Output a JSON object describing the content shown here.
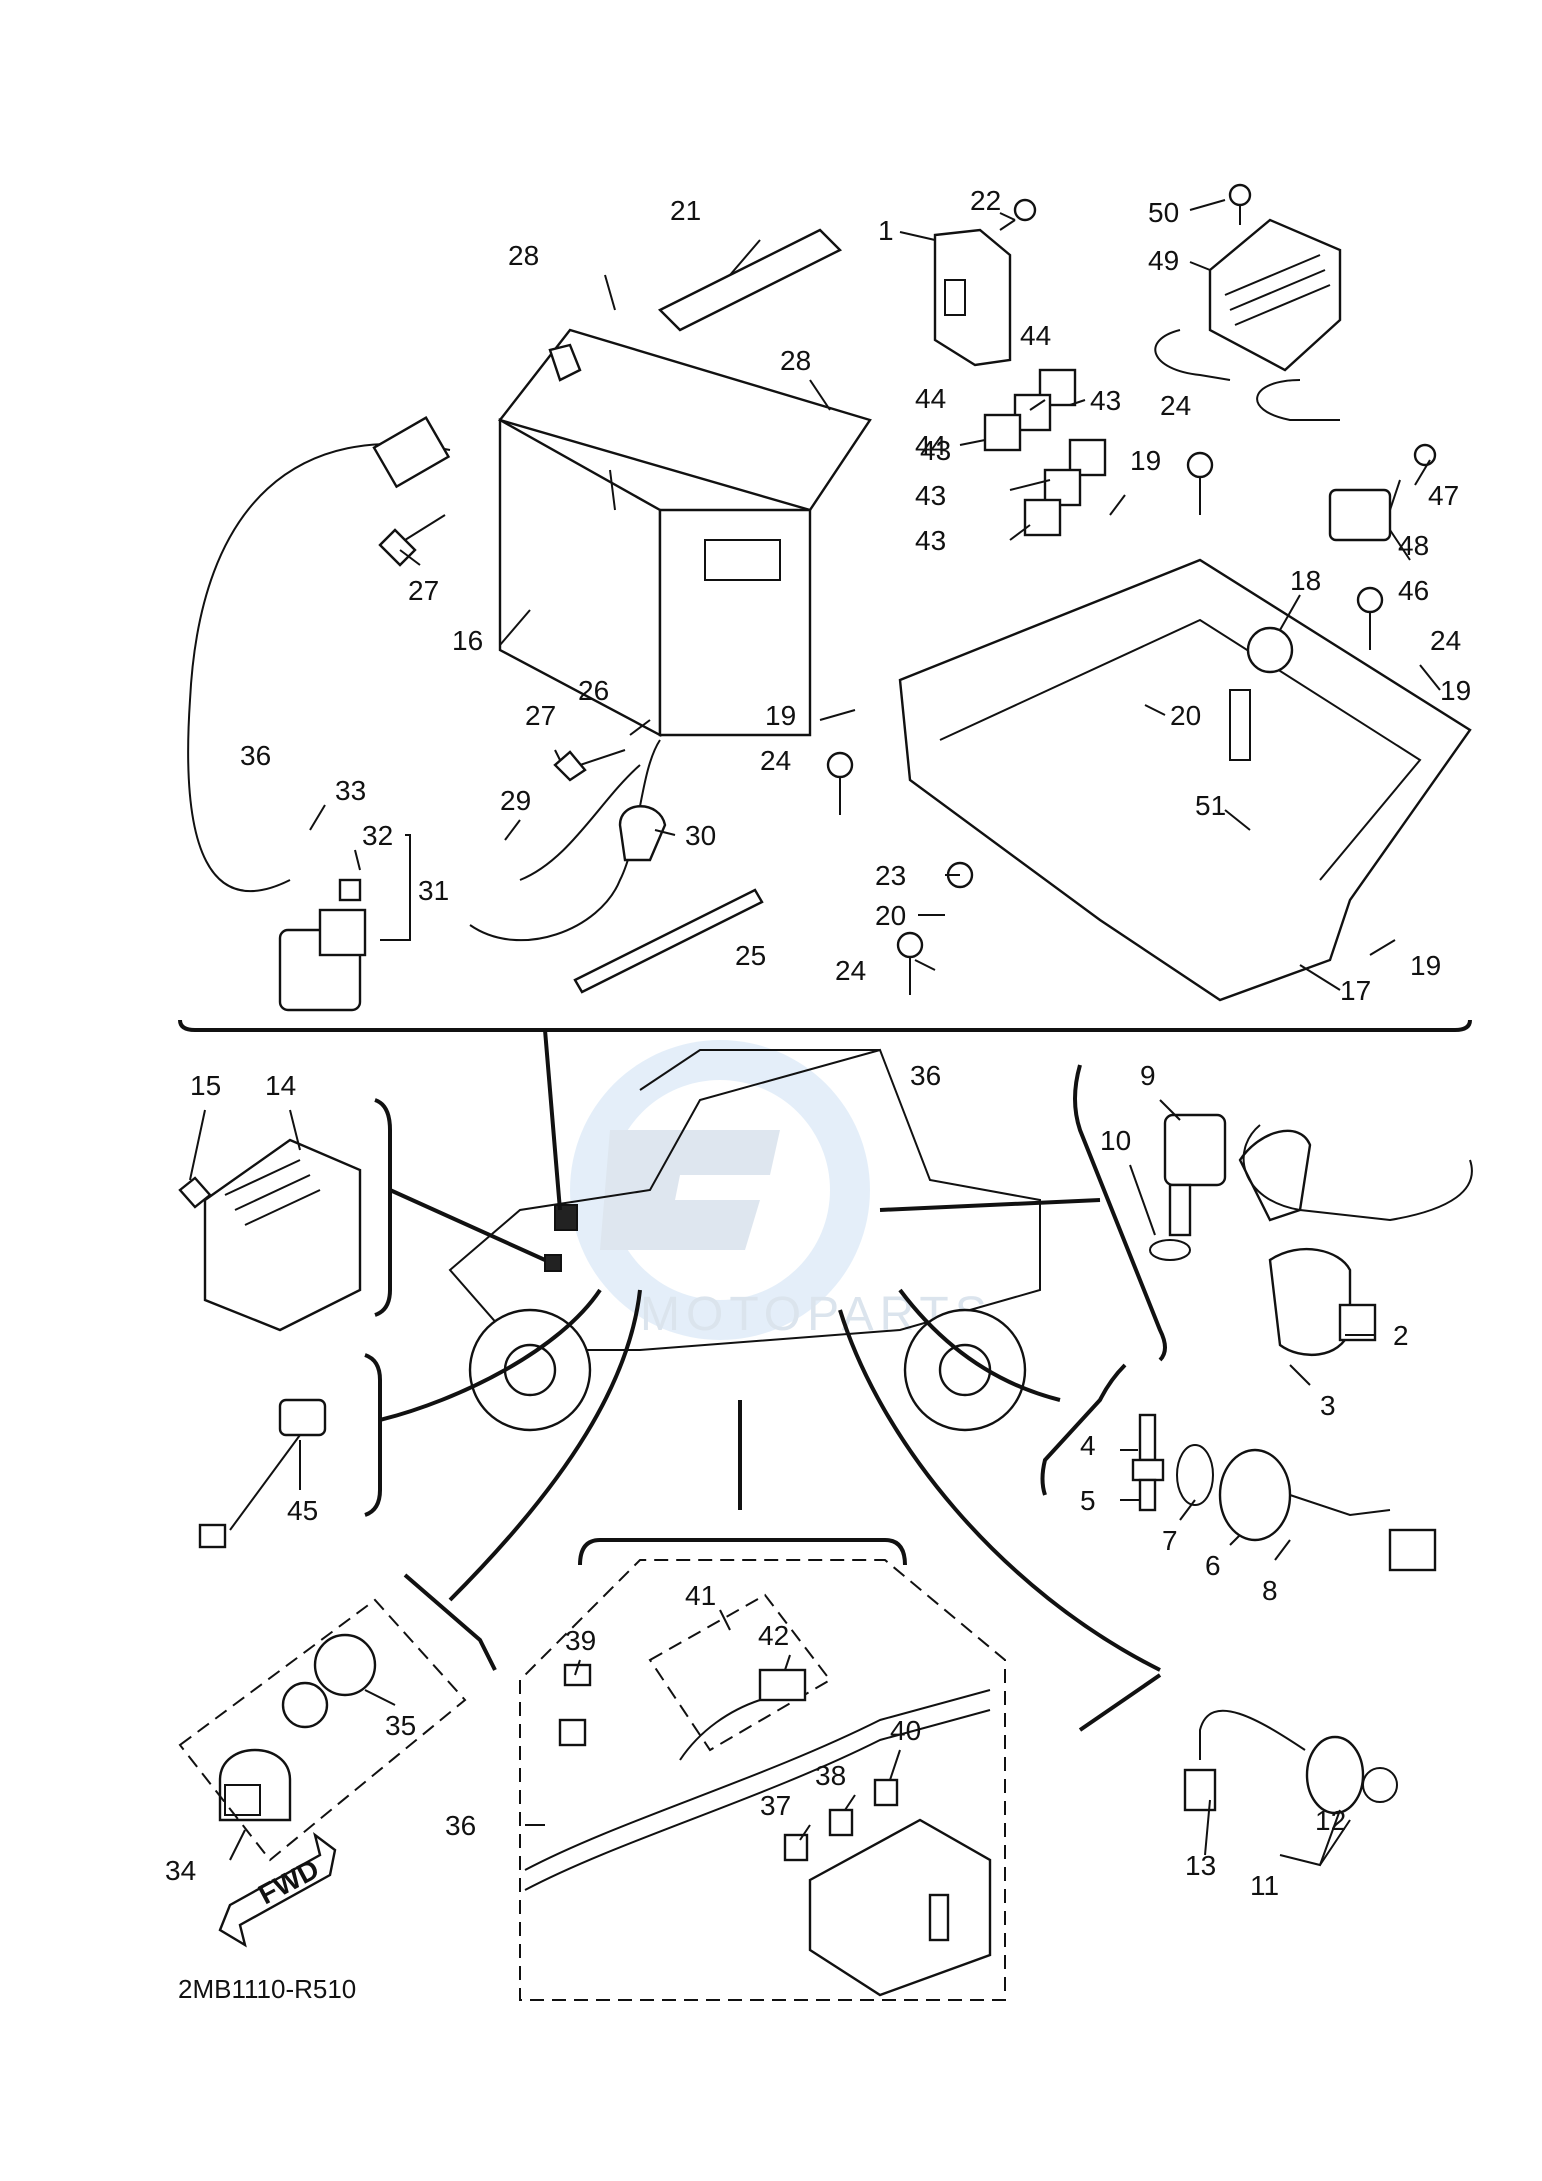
{
  "diagram": {
    "callouts": [
      "1",
      "2",
      "3",
      "4",
      "5",
      "6",
      "7",
      "8",
      "9",
      "10",
      "11",
      "12",
      "13",
      "14",
      "15",
      "16",
      "17",
      "18",
      "19",
      "19",
      "19",
      "19",
      "20",
      "20",
      "21",
      "22",
      "23",
      "24",
      "24",
      "24",
      "24",
      "25",
      "26",
      "27",
      "27",
      "28",
      "28",
      "29",
      "30",
      "31",
      "32",
      "33",
      "34",
      "35",
      "36",
      "36",
      "36",
      "37",
      "38",
      "39",
      "40",
      "41",
      "42",
      "43",
      "43",
      "43",
      "43",
      "44",
      "44",
      "44",
      "45",
      "46",
      "47",
      "48",
      "49",
      "50",
      "51"
    ],
    "watermark": "MOTOPARTS",
    "fwd_label": "FWD",
    "catalog_code": "2MB1110-R510"
  }
}
